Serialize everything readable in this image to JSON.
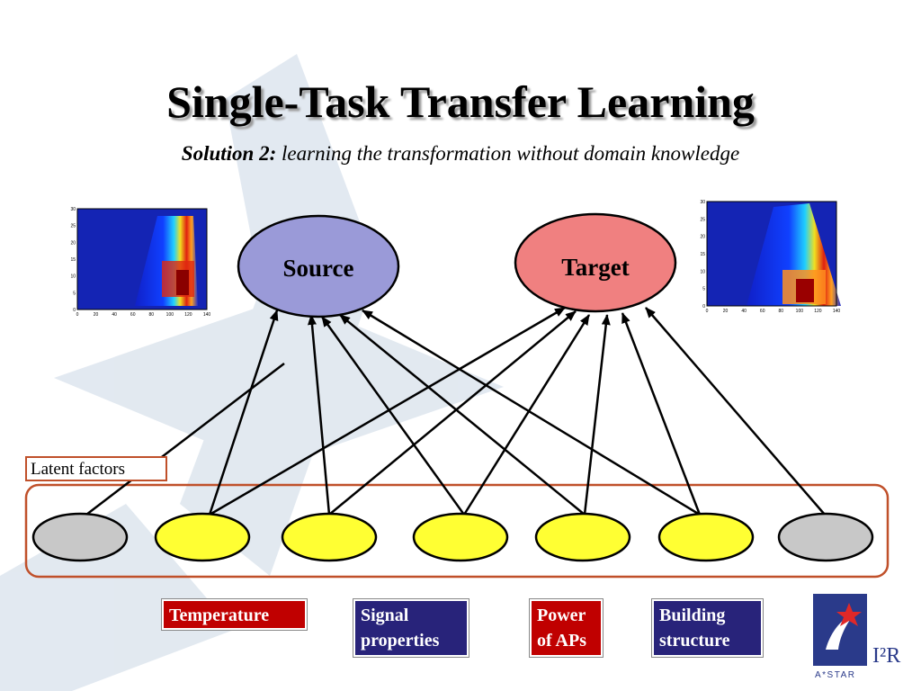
{
  "slide": {
    "title": "Single-Task Transfer Learning",
    "subtitle_bold": "Solution 2:",
    "subtitle_rest": " learning the transformation without domain knowledge"
  },
  "nodes": {
    "source": "Source",
    "target": "Target"
  },
  "latent_label": "Latent factors",
  "factors": {
    "temperature": "Temperature",
    "signal": [
      "Signal",
      "properties"
    ],
    "power": [
      "Power",
      "of APs"
    ],
    "building": [
      "Building",
      "structure"
    ]
  },
  "logo": {
    "org": "A*STAR",
    "brand": "I²R"
  },
  "colors": {
    "source_fill": "#9a9ad8",
    "target_fill": "#f08080",
    "latent_active": "#ffff33",
    "latent_inactive": "#c8c8c8",
    "container_border": "#c0502a",
    "factor_red": "#c00000",
    "factor_blue": "#28237a"
  },
  "heatmaps": {
    "x_ticks": [
      "0",
      "20",
      "40",
      "60",
      "80",
      "100",
      "120",
      "140"
    ],
    "y_ticks": [
      "30",
      "25",
      "20",
      "15",
      "10",
      "5",
      "0"
    ]
  }
}
